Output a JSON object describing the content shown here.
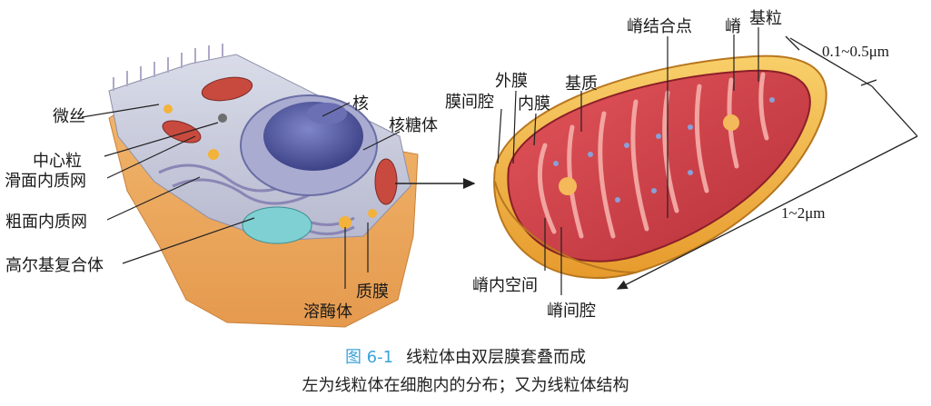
{
  "cell_labels": {
    "weisi": "微丝",
    "zhongxinli": "中心粒",
    "huamian": "滑面内质网",
    "cumian": "粗面内质网",
    "gaoerji": "高尔基复合体",
    "he": "核",
    "hetangti": "核糖体",
    "zhimo": "质膜",
    "rongmeiti": "溶酶体"
  },
  "mito_labels": {
    "mojianqiang": "膜间腔",
    "waimo": "外膜",
    "neimo": "内膜",
    "jizhi": "基质",
    "jijiehedian": "嵴结合点",
    "ji": "嵴",
    "jili": "基粒",
    "jineikongjian": "嵴内空间",
    "jijianqiang": "嵴间腔"
  },
  "dimensions": {
    "width_label": "0.1~0.5μm",
    "length_label": "1~2μm"
  },
  "caption": {
    "figure_number": "图 6-1",
    "title": "线粒体由双层膜套叠而成",
    "subtitle": "左为线粒体在细胞内的分布；又为线粒体结构"
  },
  "colors": {
    "cell_body": "#e8a868",
    "nucleus": "#5a5fa8",
    "mito_outer": "#f2b840",
    "mito_inner": "#d8494a",
    "figure_number": "#3aa3d9"
  }
}
